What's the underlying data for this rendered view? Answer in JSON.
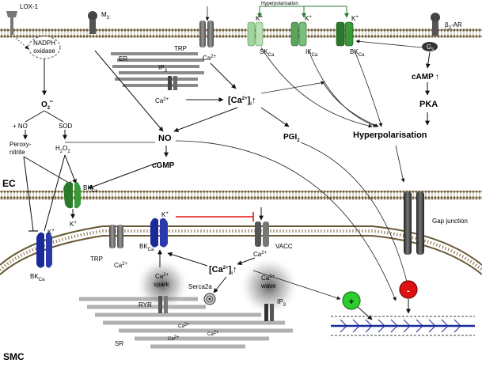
{
  "regions": {
    "ec": "EC",
    "smc": "SMC",
    "er": "ER",
    "sr": "SR"
  },
  "colors": {
    "membrane": "#5c4a2a",
    "grey_channel": "#707070",
    "green_light": "#9fd49a",
    "green_mid": "#5aa65a",
    "green_dark": "#2a7a2a",
    "blue_channel": "#1a2a9a",
    "red_inhibit": "#e01010",
    "plus_green": "#2ecc2e",
    "minus_red": "#dd1111"
  },
  "receptors": {
    "lox1": "LOX-1",
    "m3": "M",
    "m3_sub": "3",
    "b2ar": "β",
    "b2ar_sub": "2",
    "b2ar_suffix": "-AR",
    "gs": "G",
    "gs_sub": "s"
  },
  "enzymes": {
    "nadph": "NADPH",
    "oxidase": "oxidase",
    "sod": "SOD",
    "serca": "Serca2a"
  },
  "species": {
    "o2": "O",
    "o2_sub": "2",
    "o2_sup": "•-",
    "plus_no": "+ NO",
    "peroxy1": "Peroxy-",
    "peroxy2": "nitrite",
    "h2o2": "H",
    "h2o2_sub1": "2",
    "h2o2_o": "O",
    "h2o2_sub2": "2",
    "no": "NO",
    "cgmp": "cGMP",
    "pgi2": "PGI",
    "pgi2_sub": "2",
    "camp": "cAMP",
    "camp_up": "↑",
    "pka": "PKA",
    "ip3": "IP",
    "ip3_sub": "3",
    "ca_conc_pre": "[Ca",
    "ca_conc_sup": "2+",
    "ca_conc_post": "]",
    "ca_conc_sub": "i",
    "ca_conc_up": "↑",
    "ca": "Ca",
    "ca_sup": "2+",
    "k": "K",
    "k_sup": "+"
  },
  "channels": {
    "trp": "TRP",
    "sk": "SK",
    "sk_sub": "Ca",
    "ik": "IK",
    "ik_sub": "Ca",
    "bk": "BK",
    "bk_sub": "Ca",
    "vacc": "VACC",
    "ryr": "RYR",
    "gap_junction": "Gap junction"
  },
  "events": {
    "hyperpol_top": "Hyperpolarisation",
    "hyperpol_main": "Hyperpolarisation",
    "ca_spark1": "spark",
    "ca_wave1": "wave"
  },
  "signs": {
    "plus": "+",
    "minus": "-"
  }
}
